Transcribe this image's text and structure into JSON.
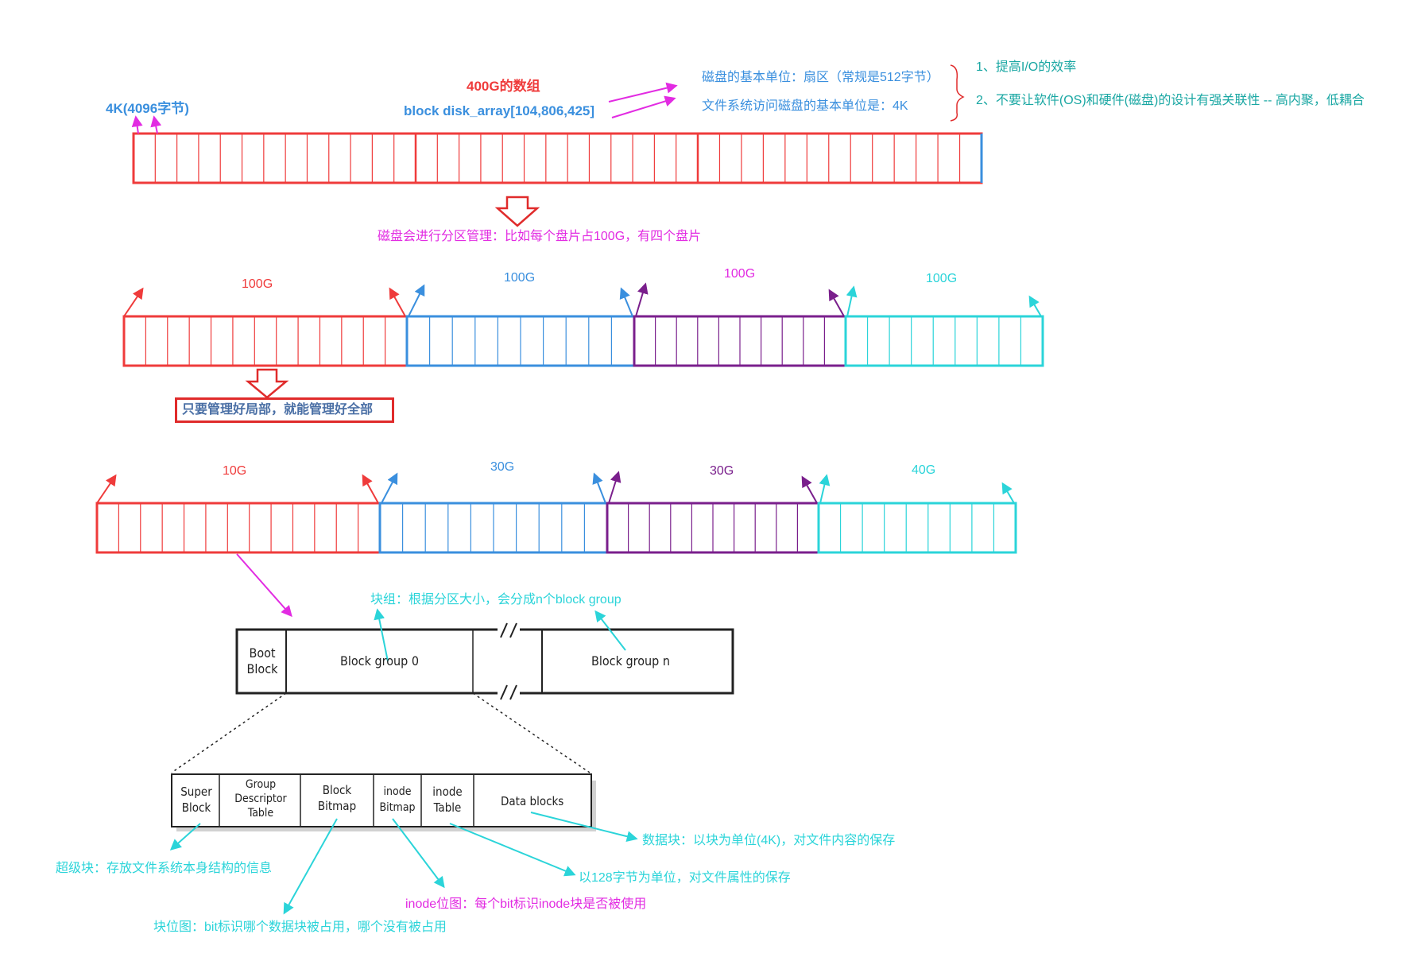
{
  "colors": {
    "red": "#ef3b3b",
    "blue": "#3a8fde",
    "purple": "#7a1f8c",
    "cyan": "#2bd4d9",
    "magenta": "#e22be2",
    "teal": "#1aa7a3"
  },
  "top": {
    "block_size_label": "4K(4096字节)",
    "array_title": "400G的数组",
    "array_decl": "block disk_array[104,806,425]",
    "sector_note": "磁盘的基本单位：扇区（常规是512字节）",
    "fs_note": "文件系统访问磁盘的基本单位是：4K",
    "reason_1": "1、提高I/O的效率",
    "reason_2": "2、不要让软件(OS)和硬件(磁盘)的设计有强关联性 -- 高内聚，低耦合"
  },
  "partition_note": "磁盘会进行分区管理：比如每个盘片占100G，有四个盘片",
  "row2_labels": [
    "100G",
    "100G",
    "100G",
    "100G"
  ],
  "local_note": "只要管理好局部，就能管理好全部",
  "row3_labels": [
    "10G",
    "30G",
    "30G",
    "40G"
  ],
  "block_group_note": "块组：根据分区大小，会分成n个block group",
  "layout": {
    "boot_block": "Boot Block",
    "block_group_0": "Block group 0",
    "block_group_n": "Block group n"
  },
  "group": {
    "super_block": "Super Block",
    "group_desc": "Group Descriptor Table",
    "block_bitmap": "Block Bitmap",
    "inode_bitmap": "inode Bitmap",
    "inode_table": "inode Table",
    "data_blocks": "Data blocks"
  },
  "annotations": {
    "data_blocks": "数据块：以块为单位(4K)，对文件内容的保存",
    "super_block": "超级块：存放文件系统本身结构的信息",
    "inode_table": "以128字节为单位，对文件属性的保存",
    "inode_bitmap": "inode位图：每个bit标识inode块是否被使用",
    "block_bitmap": "块位图：bit标识哪个数据块被占用，哪个没有被占用"
  }
}
